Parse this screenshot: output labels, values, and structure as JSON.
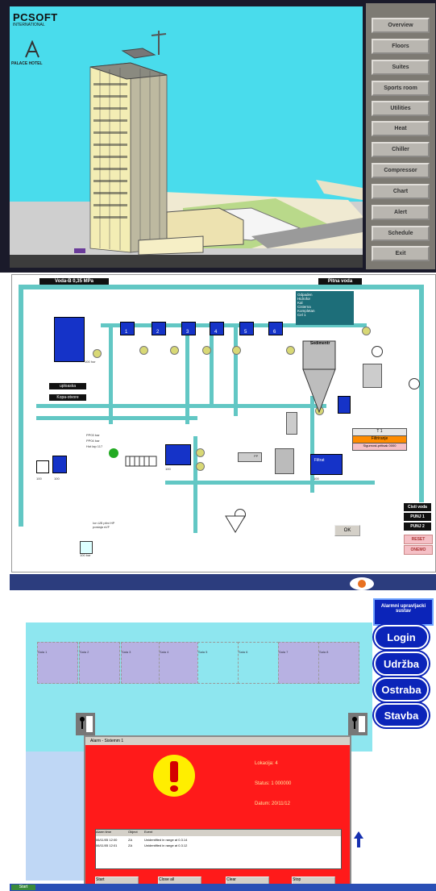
{
  "panel1": {
    "logo": "PCSOFT",
    "logo_sub": "INTERNATIONAL",
    "hotel_label": "PALACE HOTEL",
    "nav": [
      "Overview",
      "Floors",
      "Suites",
      "Sports room",
      "Utilities",
      "Heat",
      "Chiller",
      "Compressor",
      "Chart",
      "Alert",
      "Schedule",
      "Exit"
    ]
  },
  "panel2": {
    "header_left": "Voda-B 0,35 MPa",
    "header_right": "Pitna voda",
    "legend": [
      "Odpaden",
      "Hidrofor",
      "Kal",
      "Cisterna",
      "Kompletan",
      "Cel 1"
    ],
    "tank_numbers": [
      "1",
      "2",
      "3",
      "4",
      "5",
      "6"
    ],
    "tank_label_main": "100 hor",
    "box1": "uploaska",
    "box2": "Kopa-otvore",
    "sedimenter": "Sedimentr",
    "filtrat": "Filtrat",
    "status_small": "T 1",
    "status_orange": "Filtriranje",
    "status_pink": "Sigurnost-pritisak 0000",
    "right_buttons": [
      "Cisti voda",
      "PUNJ 1",
      "PUNJ 2"
    ],
    "pink_buttons": [
      "RESET",
      "ONEMO"
    ],
    "gray_button": "OK",
    "mid_labels": [
      "PP03 bar",
      "PP04 bar",
      "Hot lap 117"
    ],
    "gauge_label": "PP",
    "bottom_label_1": "100 bar",
    "bottom_label_2": "Ion UB pitni HP postaja sVF",
    "level_values": [
      "100",
      "100",
      "100",
      "100"
    ]
  },
  "panel3": {
    "sidebar_title": "Alarmni upravljacki sustav",
    "buttons": [
      "Login",
      "Udržba",
      "Ostraba",
      "Stavba"
    ],
    "room_labels": [
      "Sala 1",
      "Sala 2",
      "Sala 3",
      "Sala 4",
      "Sala 5",
      "Sala 6",
      "Sala 7",
      "Sala 8"
    ],
    "dialog_title": "Alarm - Sistemm 1",
    "dialog_fields": [
      "Lokacija: 4",
      "Status: 1 000000",
      "Datum: 20/11/12"
    ],
    "alarm_table_headers": [
      "Alarm time",
      "Object",
      "Event"
    ],
    "alarm_rows": [
      [
        "06/11/05 12:00",
        "ZA",
        "Unidentified in range at 0.3.14"
      ],
      [
        "06/11/05 12:01",
        "ZA",
        "Unidentified in range at 0.3.12"
      ]
    ],
    "dialog_buttons": [
      "Start",
      "Close all",
      "Clear",
      "Stop"
    ],
    "start_label": "Start",
    "colors": {
      "alert_red": "#ff1a1a",
      "warning_yellow": "#ffee00",
      "accent_blue": "#0b24b9"
    }
  }
}
